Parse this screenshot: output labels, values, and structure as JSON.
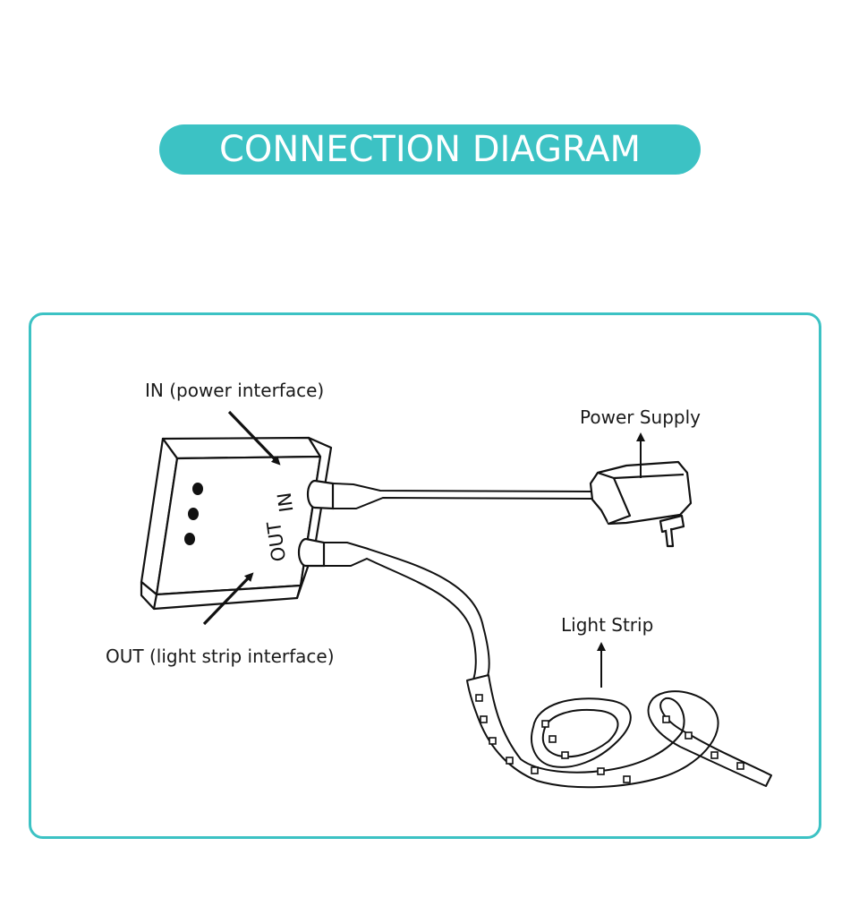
{
  "header": {
    "title": "CONNECTION DIAGRAM"
  },
  "labels": {
    "in_interface": "IN (power interface)",
    "out_interface": "OUT (light strip interface)",
    "power_supply": "Power Supply",
    "light_strip": "Light Strip",
    "port_in": "IN",
    "port_out": "OUT"
  },
  "colors": {
    "accent": "#3cc2c4",
    "line": "#111111"
  }
}
